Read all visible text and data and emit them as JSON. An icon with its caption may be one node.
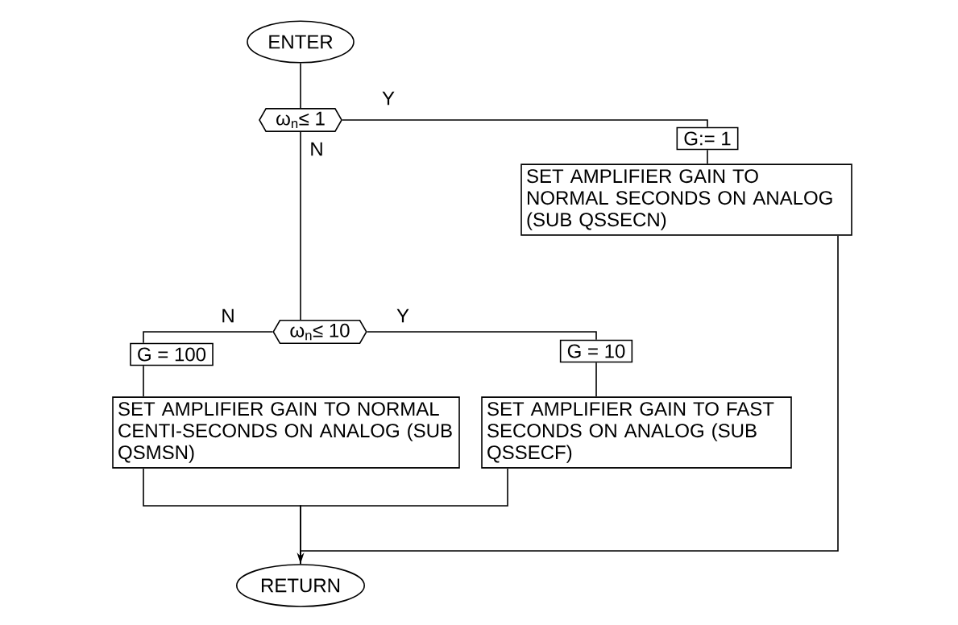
{
  "diagram": {
    "nodes": [
      {
        "text": [
          "ENTER"
        ]
      },
      {
        "text": [
          "ω$_{n}$≤ 1"
        ]
      },
      {
        "text": [
          "G:= 1"
        ]
      },
      {
        "text": [
          "SET AMPLIFIER GAIN TO NORMAL SECONDS ON ANALOG (SUB QSSECN)"
        ]
      },
      {
        "text": [
          "ω$_{n}$≤ 10"
        ]
      },
      {
        "text": [
          "G = 100"
        ]
      },
      {
        "text": [
          "G = 10"
        ]
      },
      {
        "text": [
          "SET AMPLIFIER GAIN TO NORMAL CENTI-SECONDS ON ANALOG (SUB QSMSN)"
        ]
      },
      {
        "text": [
          "SET AMPLIFIER GAIN TO FAST SECONDS ON ANALOG (SUB QSSECF)"
        ]
      },
      {
        "text": [
          "RETURN"
        ]
      }
    ],
    "edges": [
      {
        "from": 0,
        "to": 1,
        "arrow": "none"
      },
      {
        "from": 1,
        "to": 2,
        "arrow": "none",
        "label": "Y"
      },
      {
        "from": 1,
        "to": 4,
        "arrow": "none",
        "label": "N"
      },
      {
        "from": 4,
        "to": 5,
        "arrow": "none",
        "label": "N"
      },
      {
        "from": 4,
        "to": 6,
        "arrow": "none",
        "label": "Y"
      },
      {
        "from": 2,
        "to": 3,
        "arrow": "none"
      },
      {
        "from": 5,
        "to": 7,
        "arrow": "none"
      },
      {
        "from": 6,
        "to": 8,
        "arrow": "none"
      },
      {
        "from": 3,
        "to": 9,
        "arrow": "to"
      },
      {
        "from": 7,
        "to": 9,
        "arrow": "none"
      },
      {
        "from": 8,
        "to": 9,
        "arrow": "none"
      }
    ]
  }
}
